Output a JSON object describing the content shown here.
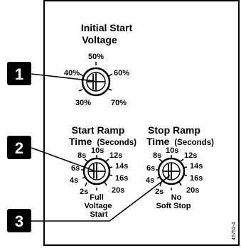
{
  "panel": {
    "knobs": [
      {
        "id": "initial-start",
        "title_line1": "Initial Start",
        "title_line2": "Voltage",
        "title_line2_unit": "",
        "ticks": [
          "30%",
          "40%",
          "50%",
          "60%",
          "70%"
        ],
        "bottom_label_1": "",
        "bottom_label_2": "",
        "bottom_label_3": ""
      },
      {
        "id": "start-ramp",
        "title_line1": "Start Ramp",
        "title_line2": "Time",
        "title_line2_unit": "(Seconds)",
        "ticks": [
          "2s",
          "4s",
          "6s",
          "8s",
          "10s",
          "12s",
          "14s",
          "16s",
          "20s"
        ],
        "bottom_label_1": "Full",
        "bottom_label_2": "Voltage",
        "bottom_label_3": "Start"
      },
      {
        "id": "stop-ramp",
        "title_line1": "Stop Ramp",
        "title_line2": "Time",
        "title_line2_unit": "(Seconds)",
        "ticks": [
          "2s",
          "4s",
          "6s",
          "8s",
          "10s",
          "12s",
          "14s",
          "16s",
          "20s"
        ],
        "bottom_label_1": "No",
        "bottom_label_2": "Soft Stop",
        "bottom_label_3": ""
      }
    ],
    "callouts": [
      "1",
      "2",
      "3"
    ],
    "part_code": "45752-A"
  }
}
